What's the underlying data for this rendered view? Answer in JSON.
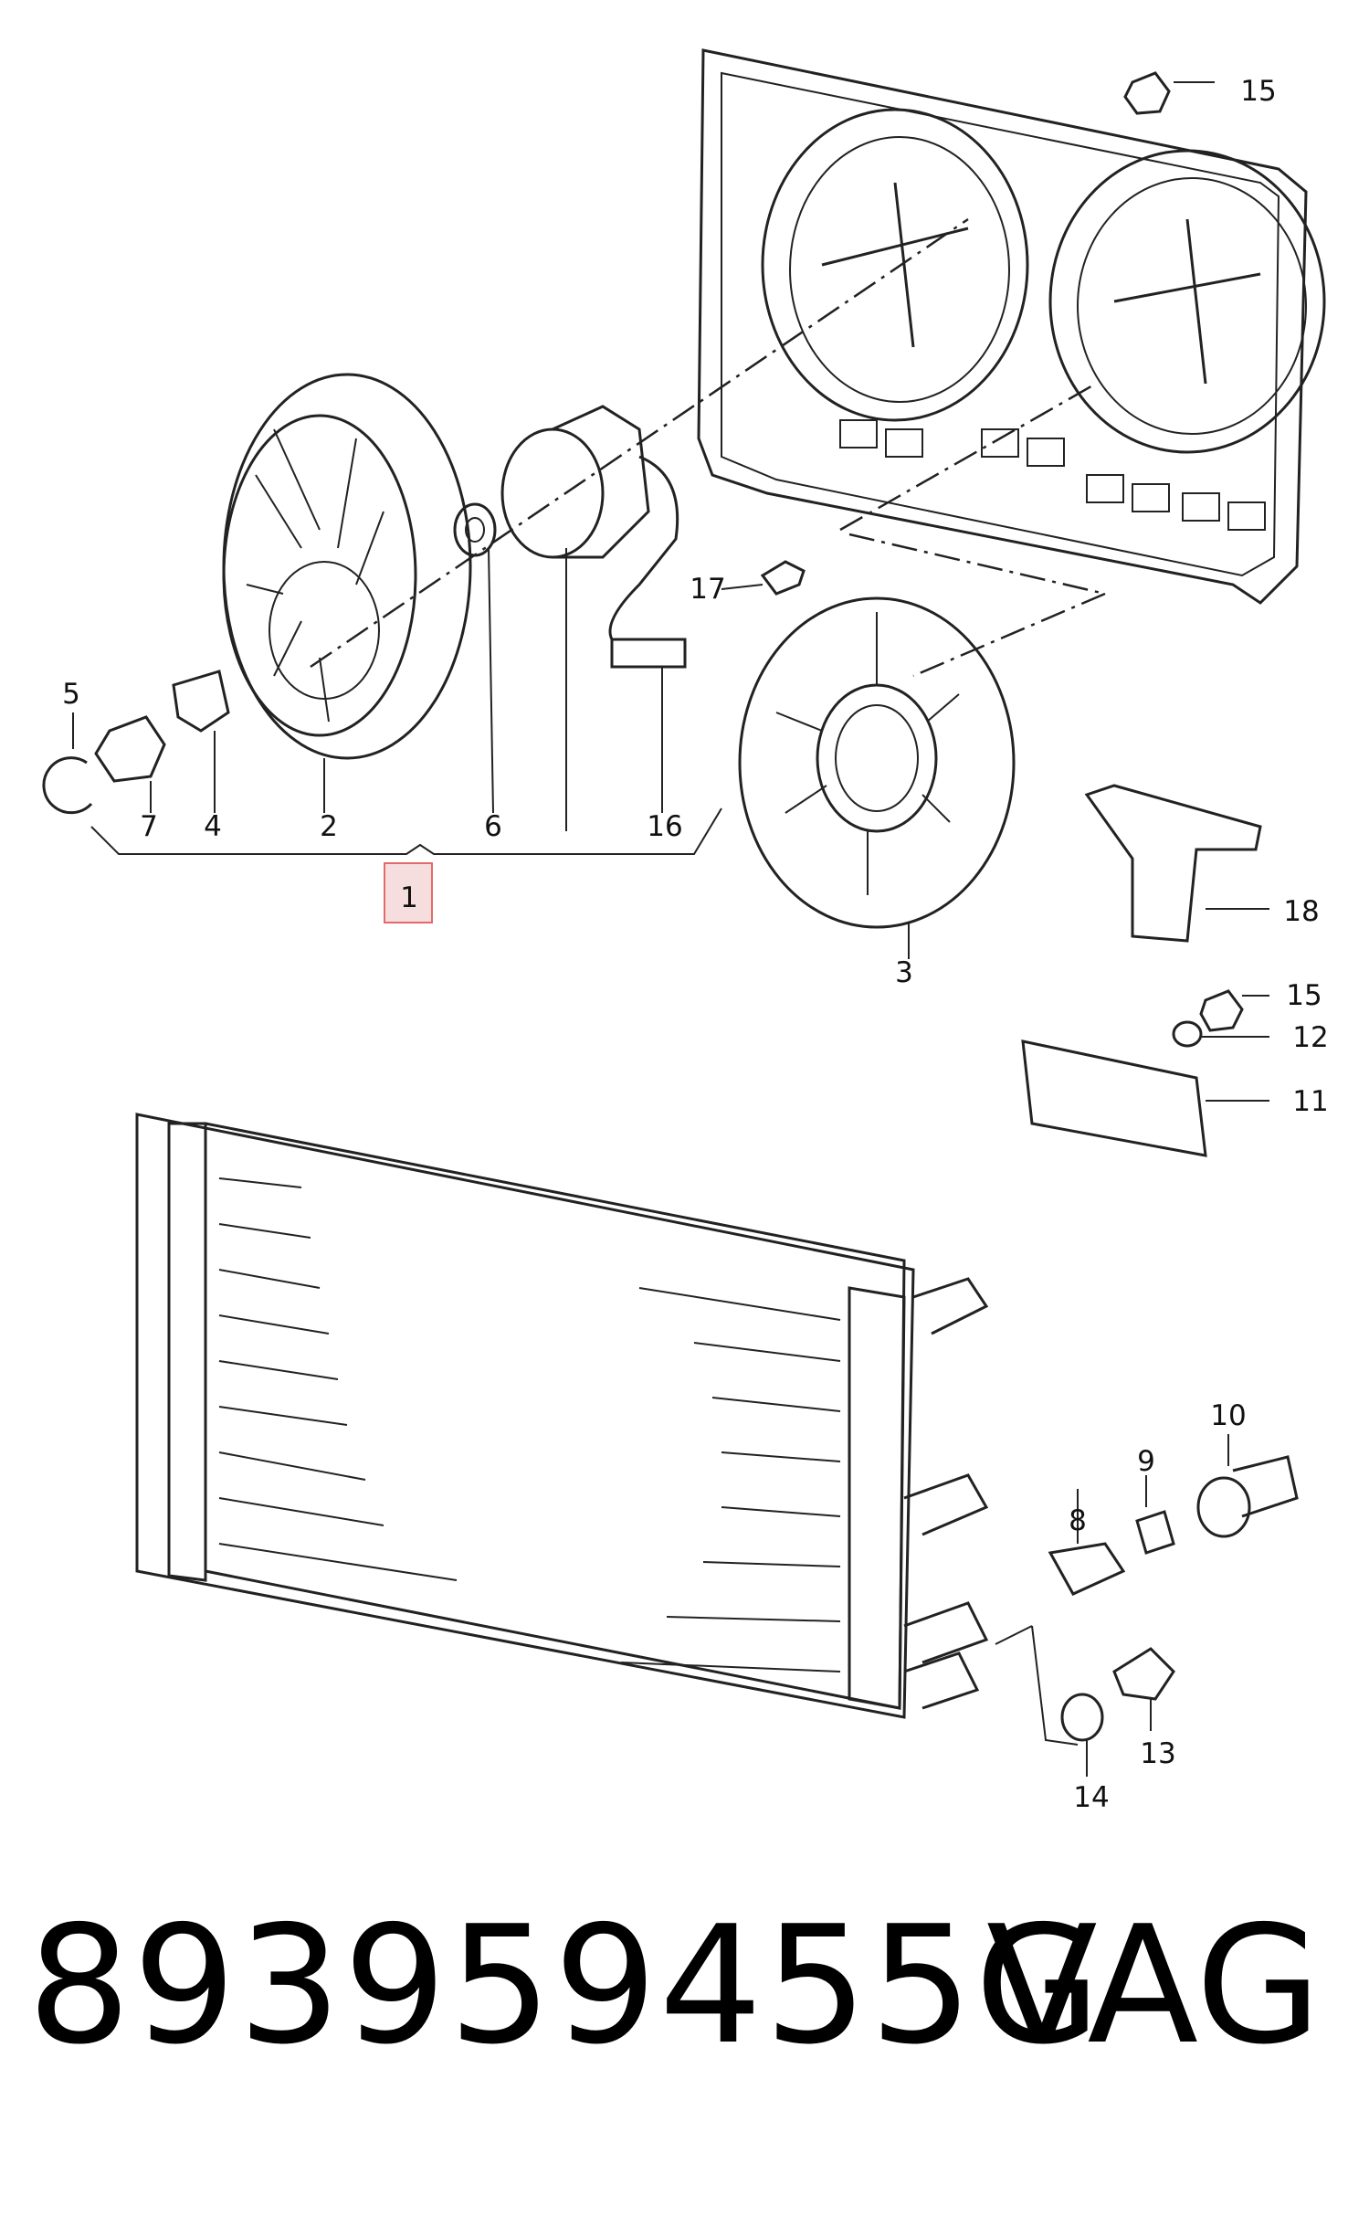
{
  "diagram": {
    "callouts": {
      "c1": "1",
      "c2": "2",
      "c3": "3",
      "c4": "4",
      "c5": "5",
      "c6": "6",
      "c7": "7",
      "c8": "8",
      "c9": "9",
      "c10": "10",
      "c11": "11",
      "c12": "12",
      "c13": "13",
      "c14": "14",
      "c15a": "15",
      "c15b": "15",
      "c16": "16",
      "c17": "17",
      "c18": "18"
    },
    "highlight_color": "#f6dede",
    "highlight_border": "#e36a6a"
  },
  "footer": {
    "part_number": "893959455G",
    "brand": "VAG"
  }
}
